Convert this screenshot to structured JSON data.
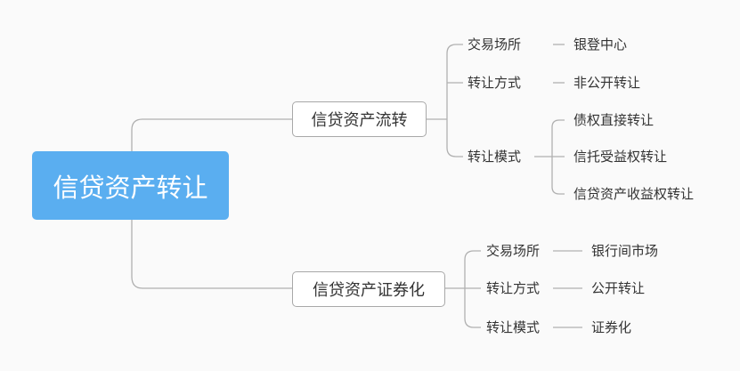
{
  "root": {
    "label": "信贷资产转让"
  },
  "branches": [
    {
      "label": "信贷资产流转",
      "items": [
        {
          "label": "交易场所",
          "children": [
            "银登中心"
          ]
        },
        {
          "label": "转让方式",
          "children": [
            "非公开转让"
          ]
        },
        {
          "label": "转让模式",
          "children": [
            "债权直接转让",
            "信托受益权转让",
            "信贷资产收益权转让"
          ]
        }
      ]
    },
    {
      "label": "信贷资产证券化",
      "items": [
        {
          "label": "交易场所",
          "children": [
            "银行间市场"
          ]
        },
        {
          "label": "转让方式",
          "children": [
            "公开转让"
          ]
        },
        {
          "label": "转让模式",
          "children": [
            "证券化"
          ]
        }
      ]
    }
  ],
  "colors": {
    "root_fill": "#5aaef0",
    "line": "#b0b0b0",
    "text": "#333333",
    "background": "#fafafa"
  }
}
